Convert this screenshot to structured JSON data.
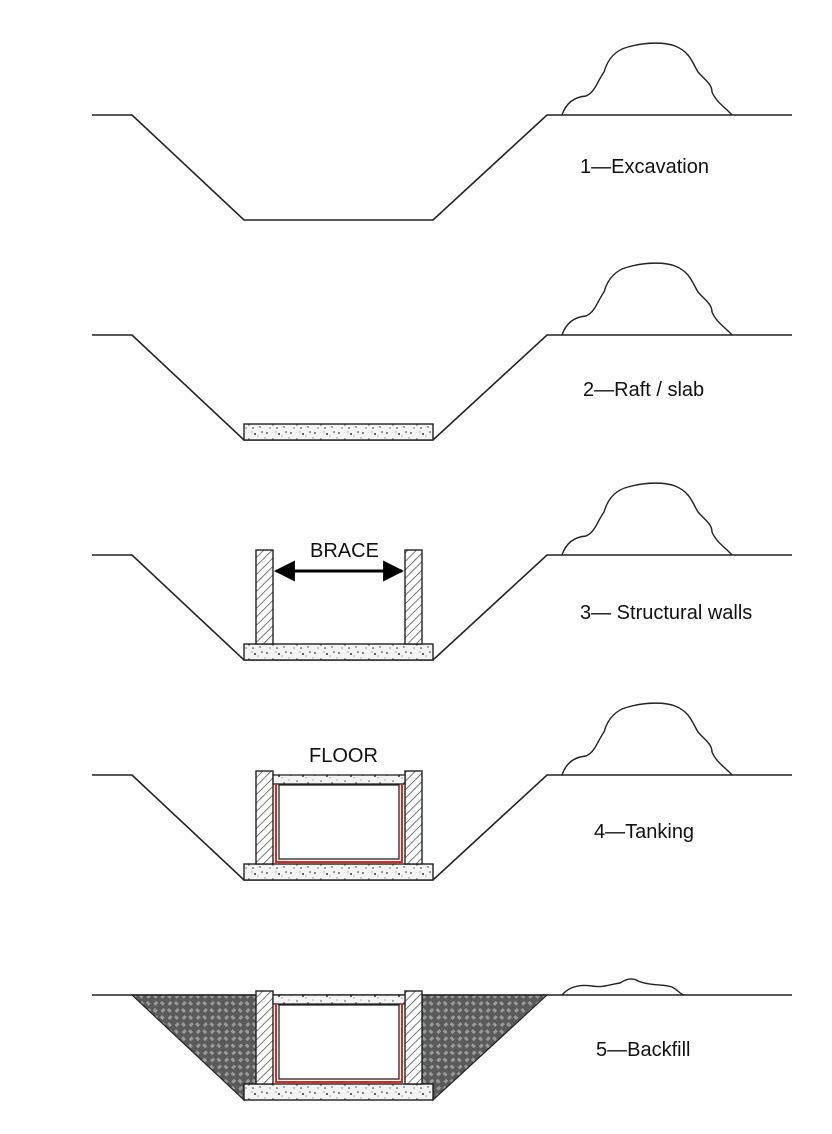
{
  "colors": {
    "line": "#222222",
    "tanking_membrane": "#e0261c",
    "backfill_fill": "#555555",
    "concrete_fill": "#f1f1f1",
    "background": "#ffffff"
  },
  "stages": [
    {
      "label": "1—Excavation"
    },
    {
      "label": "2—Raft / slab"
    },
    {
      "label": "3— Structural walls",
      "annotation": "BRACE"
    },
    {
      "label": "4—Tanking",
      "annotation": "FLOOR"
    },
    {
      "label": "5—Backfill"
    }
  ]
}
